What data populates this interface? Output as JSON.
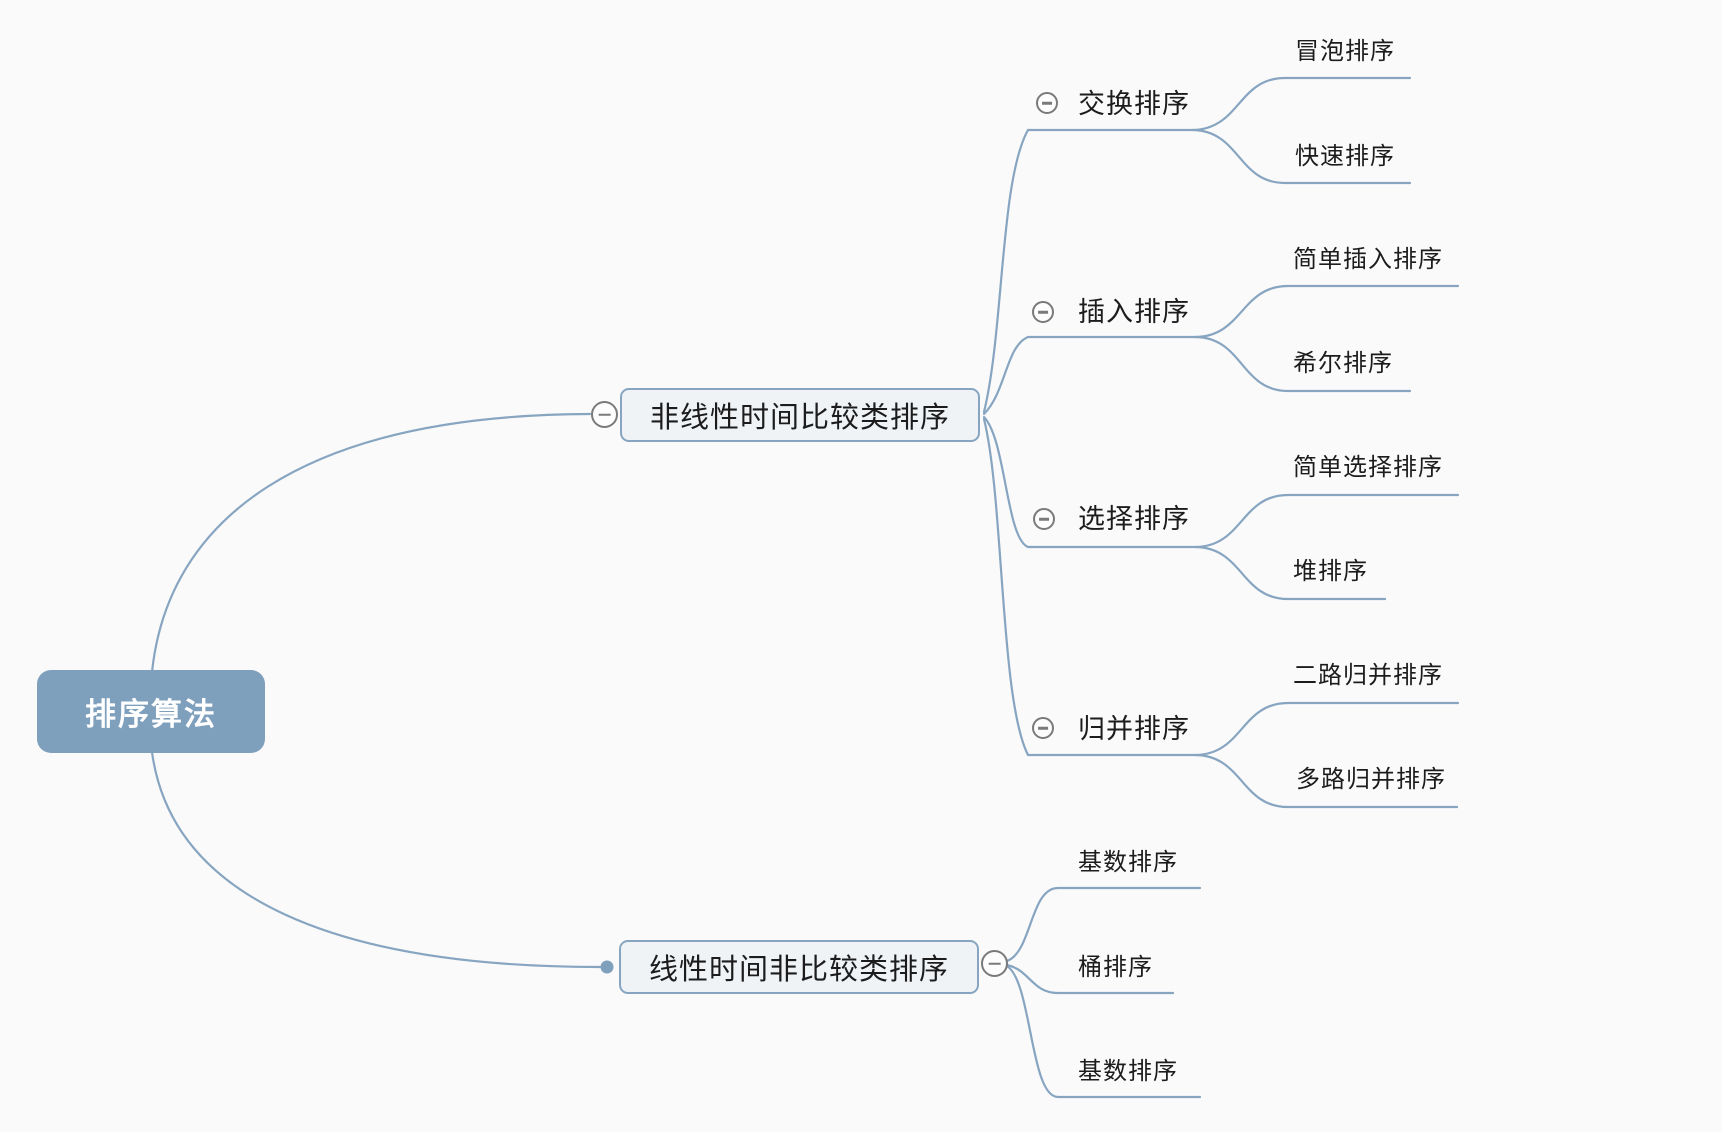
{
  "mindmap": {
    "root": {
      "label": "排序算法"
    },
    "branches": [
      {
        "label": "非线性时间比较类排序",
        "collapse_icon": "minus-circle",
        "children": [
          {
            "label": "交换排序",
            "collapse_icon": "minus-circle",
            "children": [
              {
                "label": "冒泡排序"
              },
              {
                "label": "快速排序"
              }
            ]
          },
          {
            "label": "插入排序",
            "collapse_icon": "minus-circle",
            "children": [
              {
                "label": "简单插入排序"
              },
              {
                "label": "希尔排序"
              }
            ]
          },
          {
            "label": "选择排序",
            "collapse_icon": "minus-circle",
            "children": [
              {
                "label": "简单选择排序"
              },
              {
                "label": "堆排序"
              }
            ]
          },
          {
            "label": "归并排序",
            "collapse_icon": "minus-circle",
            "children": [
              {
                "label": "二路归并排序"
              },
              {
                "label": "多路归并排序"
              }
            ]
          }
        ]
      },
      {
        "label": "线性时间非比较类排序",
        "collapse_icon": "minus-circle",
        "children": [
          {
            "label": "基数排序"
          },
          {
            "label": "桶排序"
          },
          {
            "label": "基数排序"
          }
        ]
      }
    ],
    "colors": {
      "canvas_bg": "#FAFAFA",
      "root_fill": "#7FA0BD",
      "root_text": "#FFFFFF",
      "topic_fill": "#EFF3F6",
      "topic_border": "#87A5C1",
      "connector": "#87A5C1",
      "topic_text": "#1C1C1C",
      "collapse_icon_stroke": "#7A7A7A"
    }
  }
}
